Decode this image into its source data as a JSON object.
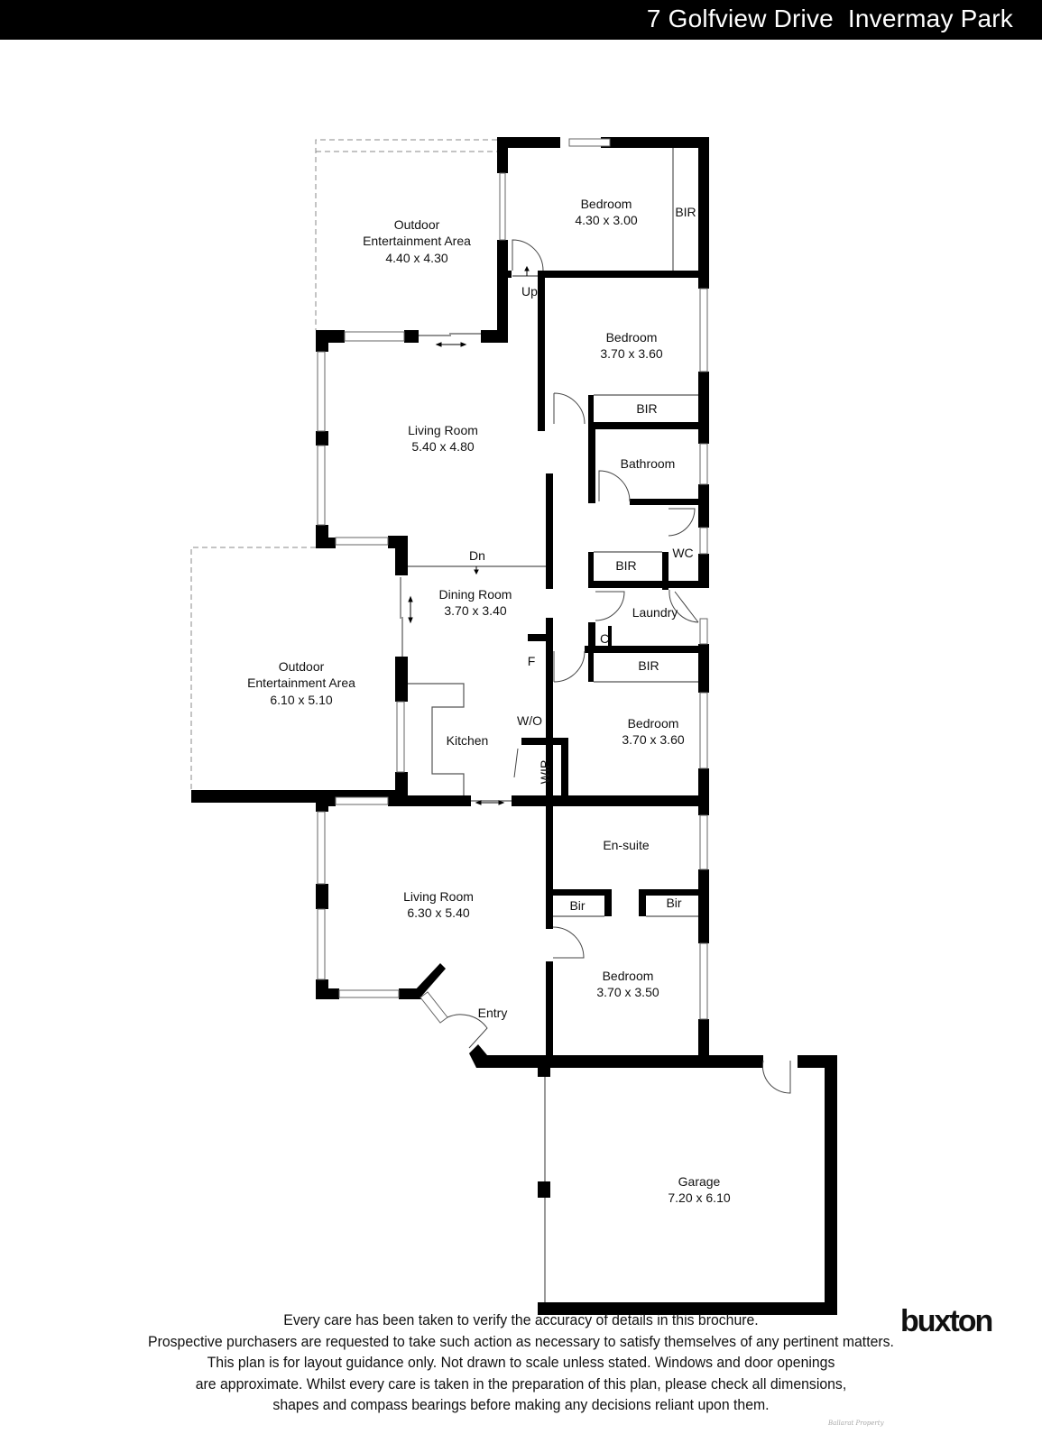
{
  "header": {
    "title": "7 Golfview Drive  Invermay Park"
  },
  "rooms": [
    {
      "id": "outdoor-1",
      "name": "Outdoor",
      "name2": "Entertainment Area",
      "dims": "4.40 x 4.30"
    },
    {
      "id": "bedroom-1",
      "name": "Bedroom",
      "dims": "4.30 x 3.00"
    },
    {
      "id": "bedroom-2",
      "name": "Bedroom",
      "dims": "3.70 x 3.60"
    },
    {
      "id": "living-1",
      "name": "Living Room",
      "dims": "5.40 x 4.80"
    },
    {
      "id": "bathroom",
      "name": "Bathroom"
    },
    {
      "id": "dining",
      "name": "Dining Room",
      "dims": "3.70 x 3.40"
    },
    {
      "id": "outdoor-2",
      "name": "Outdoor",
      "name2": "Entertainment Area",
      "dims": "6.10 x 5.10"
    },
    {
      "id": "laundry",
      "name": "Laundry"
    },
    {
      "id": "kitchen",
      "name": "Kitchen"
    },
    {
      "id": "bedroom-3",
      "name": "Bedroom",
      "dims": "3.70 x 3.60"
    },
    {
      "id": "ensuite",
      "name": "En-suite"
    },
    {
      "id": "living-2",
      "name": "Living Room",
      "dims": "6.30 x 5.40"
    },
    {
      "id": "bedroom-4",
      "name": "Bedroom",
      "dims": "3.70 x 3.50"
    },
    {
      "id": "entry",
      "name": "Entry"
    },
    {
      "id": "garage",
      "name": "Garage",
      "dims": "7.20 x 6.10"
    }
  ],
  "labels": {
    "bir1": "BIR",
    "bir2": "BIR",
    "bir3": "BIR",
    "bir4": "BIR",
    "bir5": "Bir",
    "bir6": "Bir",
    "wc": "WC",
    "c": "C",
    "f": "F",
    "wo": "W/O",
    "wip": "WIP",
    "up": "Up",
    "dn": "Dn"
  },
  "brand": {
    "logo_text": "buxton",
    "credit": "Ballarat Property"
  },
  "disclaimer": [
    "Every care has been taken to verify the accuracy of details in this brochure.",
    "Prospective purchasers are requested to take such action as necessary to satisfy themselves of any pertinent matters.",
    "This plan is for layout guidance only. Not drawn to scale unless stated. Windows and door openings",
    "are approximate. Whilst every care is taken in the preparation of this plan, please check all dimensions,",
    "shapes and compass bearings before making any decisions reliant upon them."
  ]
}
